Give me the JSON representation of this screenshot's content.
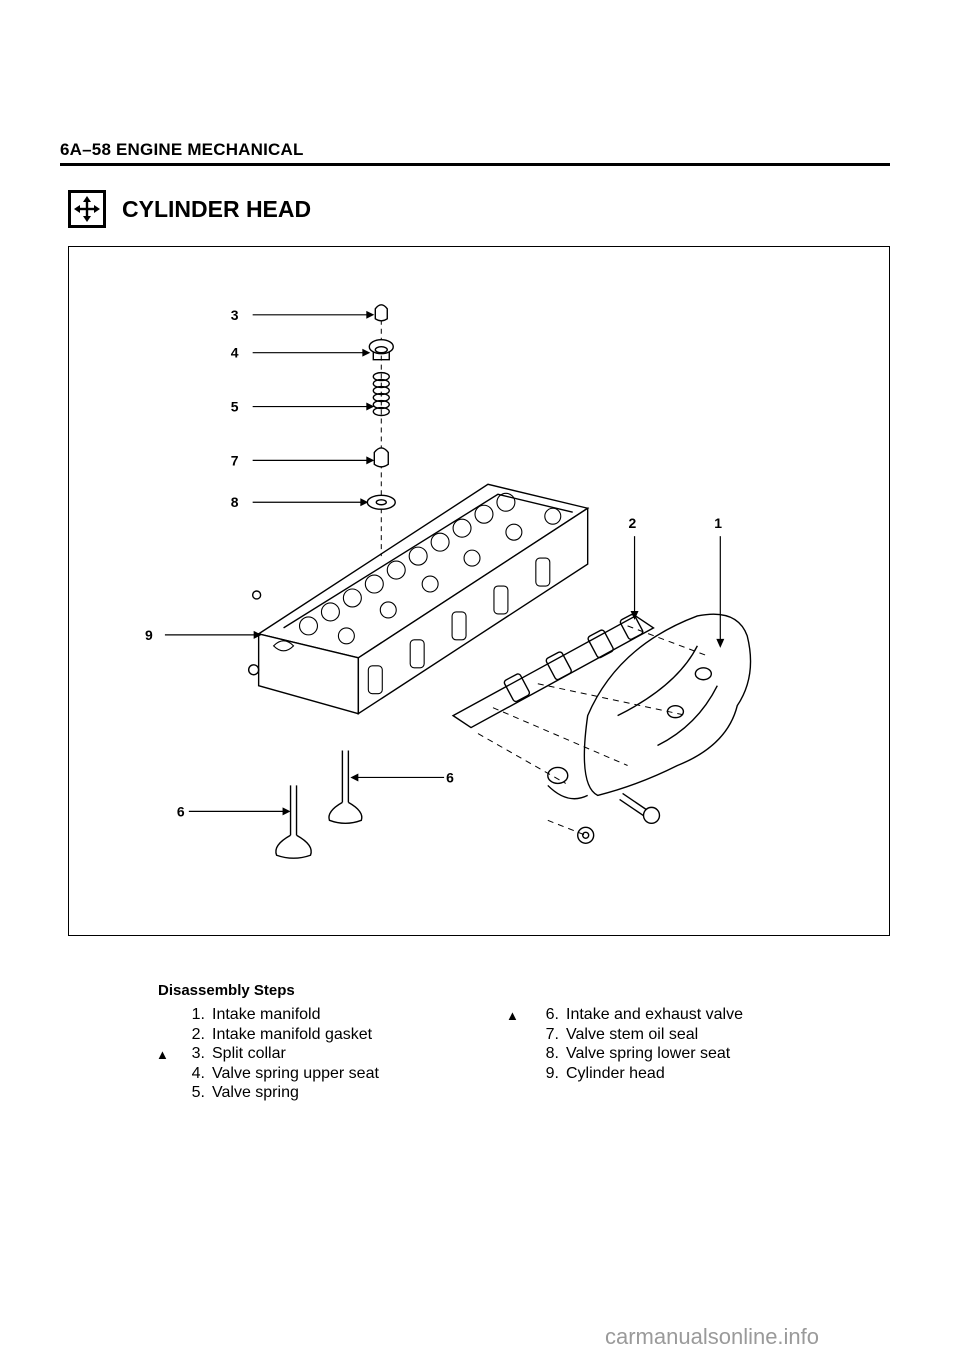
{
  "page": {
    "header": "6A–58 ENGINE MECHANICAL",
    "section_title": "CYLINDER HEAD",
    "section_icon": "disassembly-arrows-icon"
  },
  "figure": {
    "callouts": [
      "3",
      "4",
      "5",
      "7",
      "8",
      "9",
      "6",
      "6",
      "2",
      "1"
    ]
  },
  "steps": {
    "heading": "Disassembly Steps",
    "left": [
      {
        "num": "1.",
        "text": "Intake manifold",
        "mark": ""
      },
      {
        "num": "2.",
        "text": "Intake manifold gasket",
        "mark": ""
      },
      {
        "num": "3.",
        "text": "Split collar",
        "mark": "▲"
      },
      {
        "num": "4.",
        "text": "Valve spring upper seat",
        "mark": ""
      },
      {
        "num": "5.",
        "text": "Valve spring",
        "mark": ""
      }
    ],
    "right": [
      {
        "num": "6.",
        "text": "Intake and exhaust valve",
        "mark": "▲"
      },
      {
        "num": "7.",
        "text": "Valve stem oil seal",
        "mark": ""
      },
      {
        "num": "8.",
        "text": "Valve spring lower seat",
        "mark": ""
      },
      {
        "num": "9.",
        "text": "Cylinder head",
        "mark": ""
      }
    ]
  },
  "footer": {
    "watermark": "carmanualsonline.info"
  }
}
